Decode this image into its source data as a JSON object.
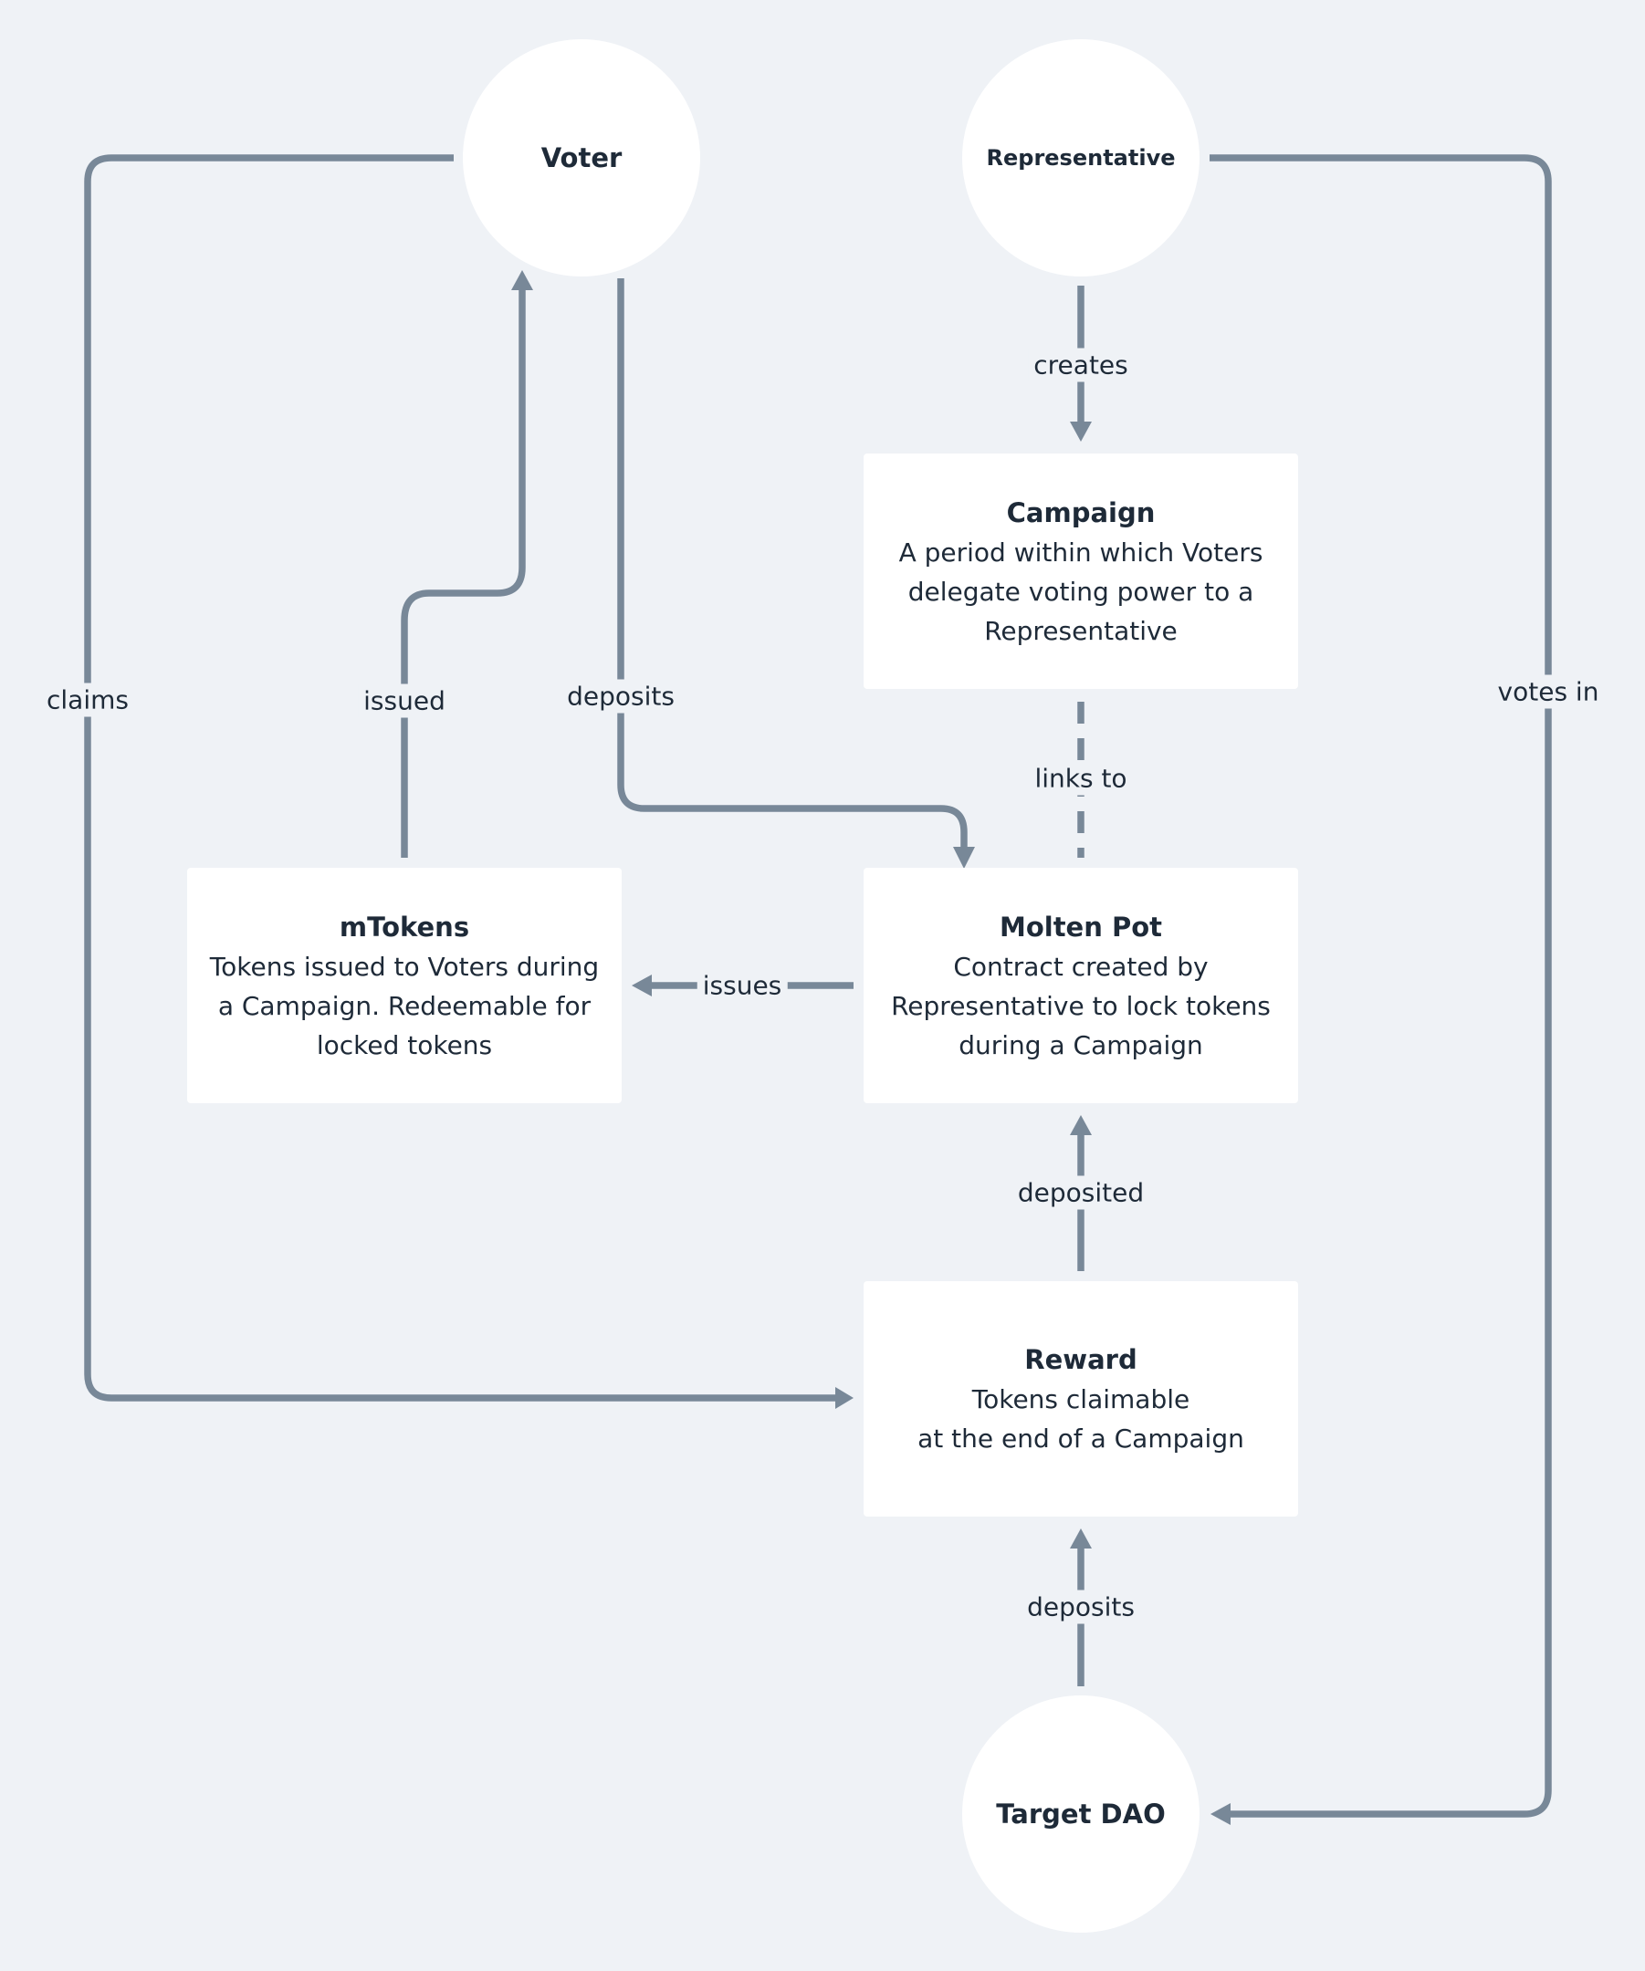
{
  "nodes": {
    "voter": {
      "label": "Voter"
    },
    "representative": {
      "label": "Representative"
    },
    "target_dao": {
      "label": "Target DAO"
    },
    "campaign": {
      "title": "Campaign",
      "description": "A period within which Voters\ndelegate voting power to a\nRepresentative"
    },
    "mtokens": {
      "title": "mTokens",
      "description": "Tokens issued to Voters during\na Campaign. Redeemable for\nlocked tokens"
    },
    "molten_pot": {
      "title": "Molten Pot",
      "description": "Contract created by\nRepresentative to lock tokens\nduring a Campaign"
    },
    "reward": {
      "title": "Reward",
      "description": "Tokens claimable\nat the end of a Campaign"
    }
  },
  "edges": {
    "claims": "claims",
    "issued": "issued",
    "deposits_voter": "deposits",
    "creates": "creates",
    "links_to": "links to",
    "issues": "issues",
    "deposited": "deposited",
    "deposits_dao": "deposits",
    "votes_in": "votes in"
  },
  "colors": {
    "background": "#eff2f6",
    "edge": "#788898",
    "node_fill": "#ffffff",
    "text": "#1e2a38"
  }
}
